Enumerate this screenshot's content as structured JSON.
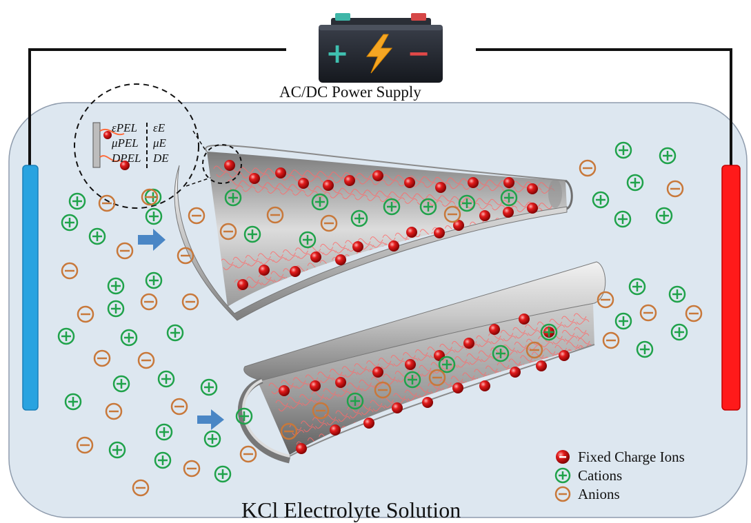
{
  "power_supply": {
    "label": "AC/DC Power Supply",
    "plus": "+",
    "minus": "−"
  },
  "solution": {
    "label": "KCl Electrolyte Solution"
  },
  "inset": {
    "rows": [
      {
        "left": "εPEL",
        "right": "εE"
      },
      {
        "left": "μPEL",
        "right": "μE"
      },
      {
        "left": "DPEL",
        "right": "DE"
      }
    ]
  },
  "legend": [
    {
      "label": "Fixed Charge Ions",
      "icon": "fixed-charge-ion-icon"
    },
    {
      "label": "Cations",
      "icon": "cation-icon"
    },
    {
      "label": "Anions",
      "icon": "anion-icon"
    }
  ],
  "colors": {
    "electrolyte": "#dde7f0",
    "cathode": "#29a3e0",
    "anode": "#ff1a1a",
    "cation": "#1fa24a",
    "anion": "#c8783a",
    "fixed_ion": "#cc1111",
    "polymer": "#ff6a6a"
  }
}
